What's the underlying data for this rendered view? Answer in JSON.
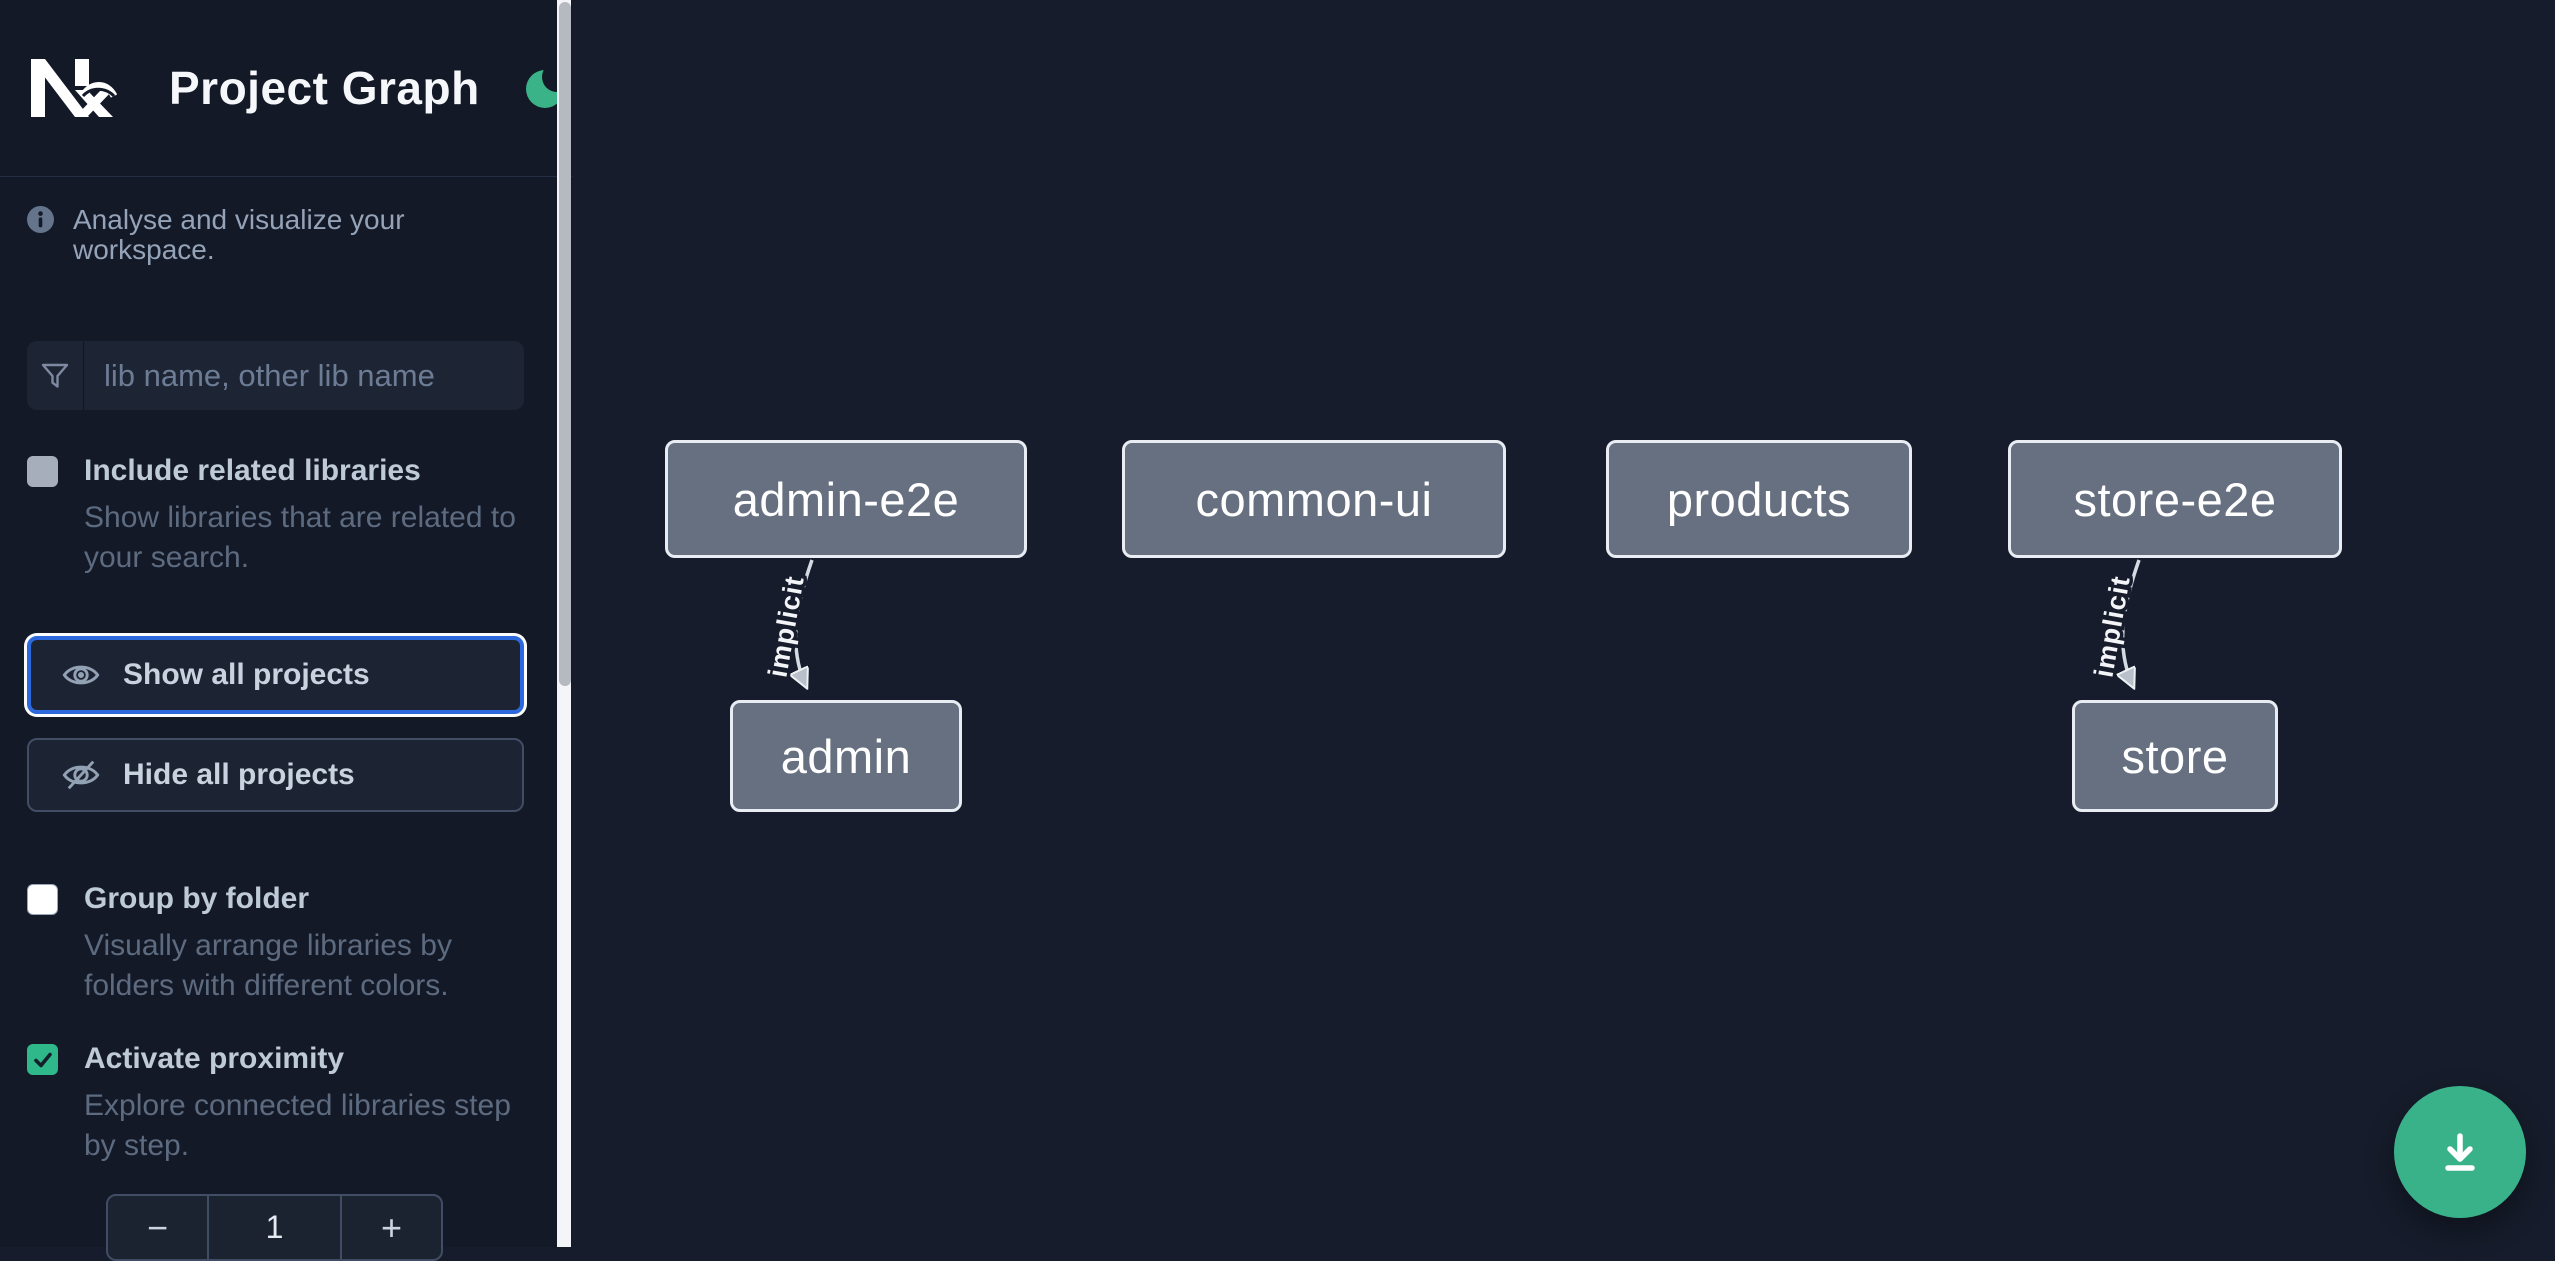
{
  "app": {
    "name": "Nx",
    "title": "Project Graph"
  },
  "sidebar": {
    "intro": "Analyse and visualize your workspace.",
    "filter": {
      "placeholder": "lib name, other lib name"
    },
    "checkboxes": [
      {
        "label": "Include related libraries",
        "description": "Show libraries that are related to your search.",
        "checked": false
      },
      {
        "label": "Group by folder",
        "description": "Visually arrange libraries by folders with different colors.",
        "checked": false
      },
      {
        "label": "Activate proximity",
        "description": "Explore connected libraries step by step.",
        "checked": true
      }
    ],
    "buttons": {
      "show_all": "Show all projects",
      "hide_all": "Hide all projects"
    },
    "stepper": {
      "decrement": "−",
      "value": "1",
      "increment": "+"
    }
  },
  "graph": {
    "nodes": [
      {
        "id": "admin-e2e",
        "label": "admin-e2e"
      },
      {
        "id": "common-ui",
        "label": "common-ui"
      },
      {
        "id": "products",
        "label": "products"
      },
      {
        "id": "store-e2e",
        "label": "store-e2e"
      },
      {
        "id": "admin",
        "label": "admin"
      },
      {
        "id": "store",
        "label": "store"
      }
    ],
    "edges": [
      {
        "source": "admin-e2e",
        "target": "admin",
        "label": "implicit"
      },
      {
        "source": "store-e2e",
        "target": "store",
        "label": "implicit"
      }
    ]
  },
  "fab": {
    "icon": "download"
  },
  "colors": {
    "accent_green": "#39b28a",
    "focus_blue": "#2e68dd",
    "node_fill": "#667080",
    "background": "#161c2b"
  }
}
